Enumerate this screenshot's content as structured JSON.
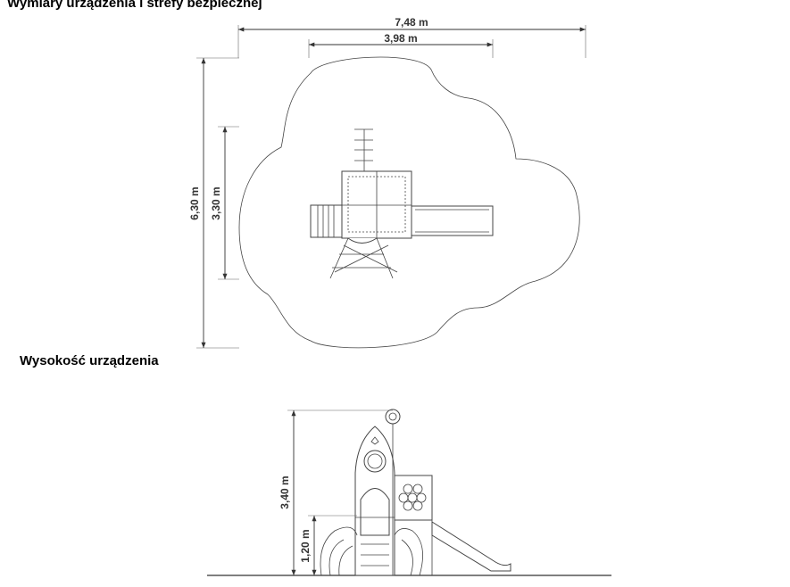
{
  "headings": {
    "top": "Wymiary urządzenia i strefy bezpiecznej",
    "bottom": "Wysokość urządzenia"
  },
  "dimensions": {
    "total_width": "7,48 m",
    "device_width": "3,98 m",
    "total_depth": "6,30 m",
    "device_depth": "3,30 m",
    "total_height": "3,40 m",
    "platform_height": "1,20 m"
  },
  "colors": {
    "lines": "#333333",
    "background": "#ffffff"
  }
}
